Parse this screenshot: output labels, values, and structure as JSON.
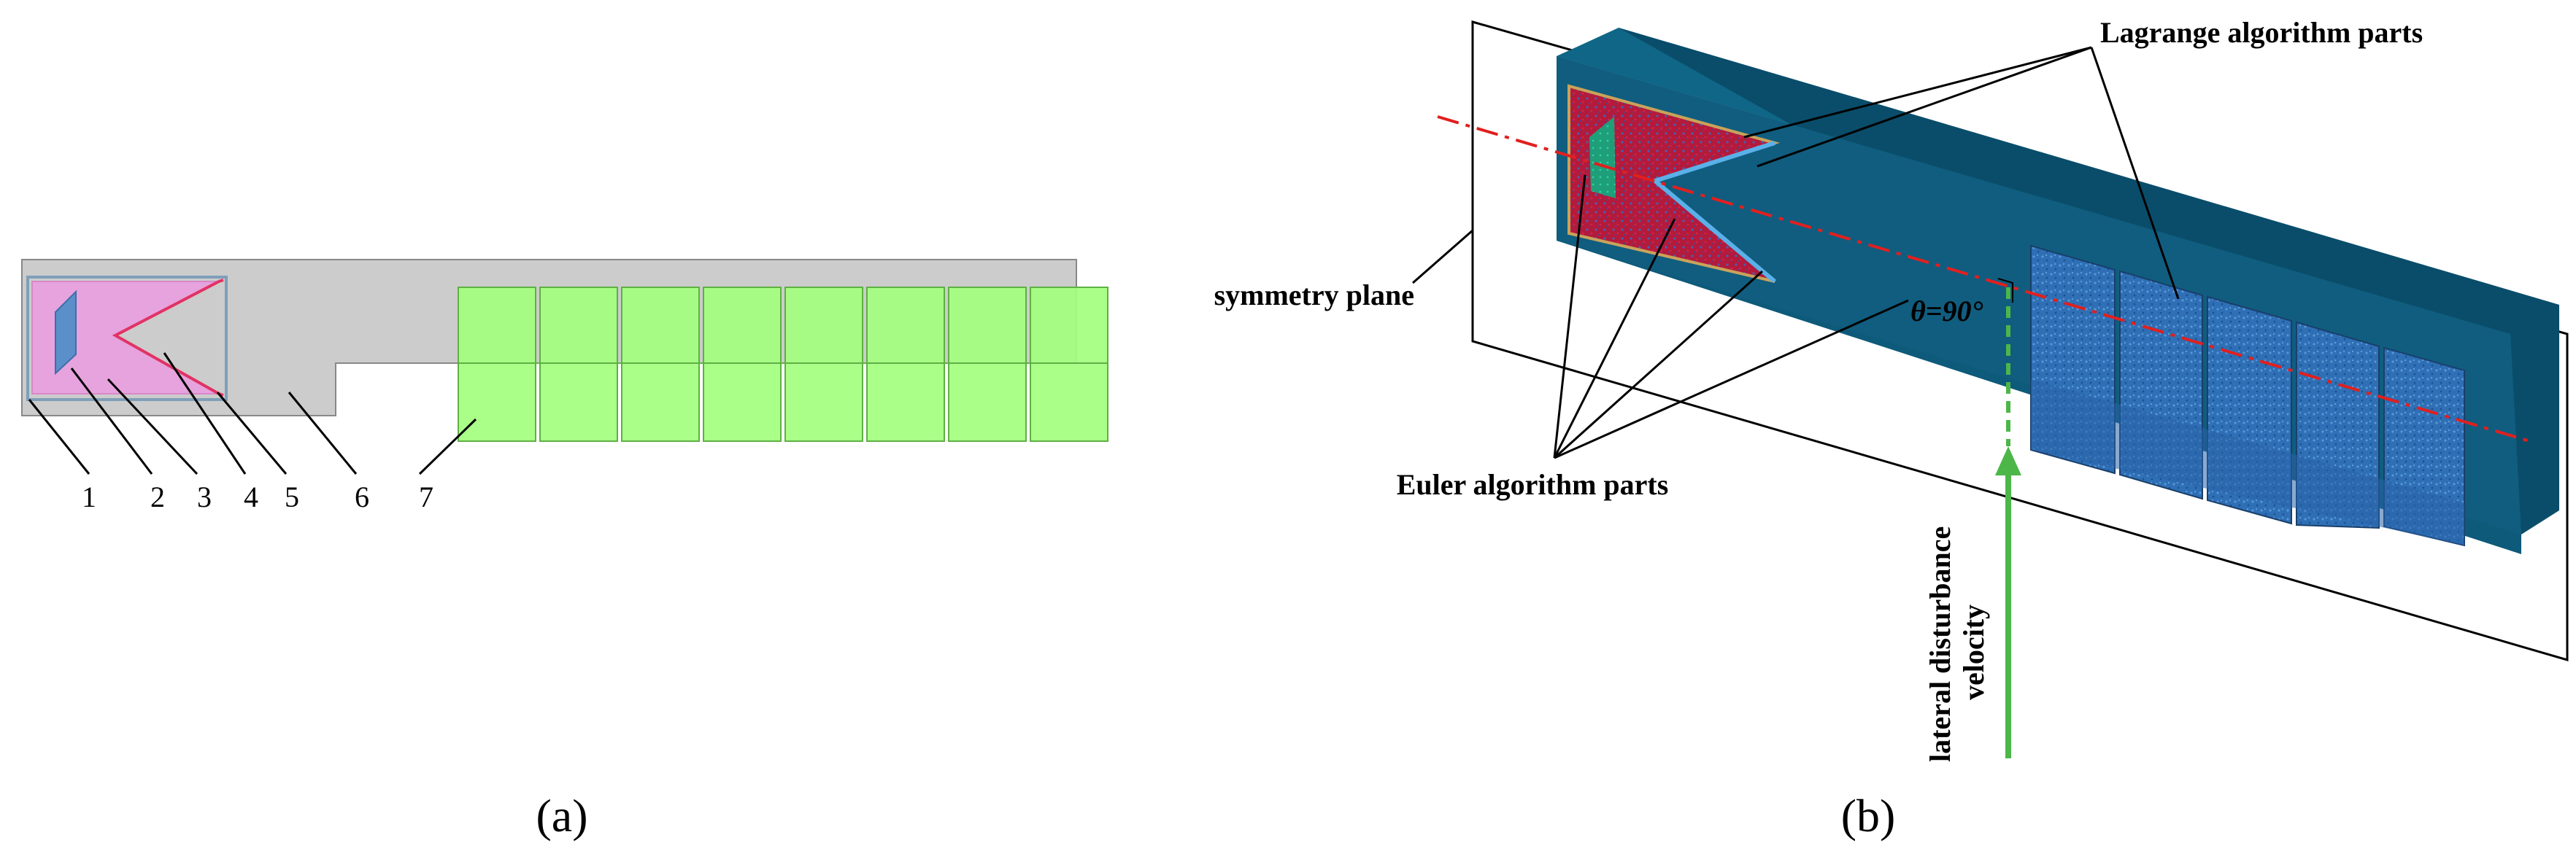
{
  "panel_a": {
    "part_numbers": [
      "1",
      "2",
      "3",
      "4",
      "5",
      "6",
      "7"
    ],
    "caption": "(a)",
    "colors": {
      "casing": "#cccccc",
      "explosive": "#e6a3de",
      "liner": "#e23264",
      "initiator": "#5b8fc9",
      "targets": "#a3ff7f"
    }
  },
  "panel_b": {
    "caption": "(b)",
    "labels": {
      "lagrange": "Lagrange algorithm parts",
      "euler": "Euler algorithm parts",
      "symmetry": "symmetry plane",
      "angle": "θ=90°",
      "velocity_line1": "lateral disturbance",
      "velocity_line2": "velocity"
    },
    "colors": {
      "euler_domain": "#0e5a7a",
      "explosive": "#b31a3c",
      "lagrange_plates": "#2e6fb5",
      "velocity_arrow": "#4cb648",
      "axis": "#e0201f"
    }
  }
}
